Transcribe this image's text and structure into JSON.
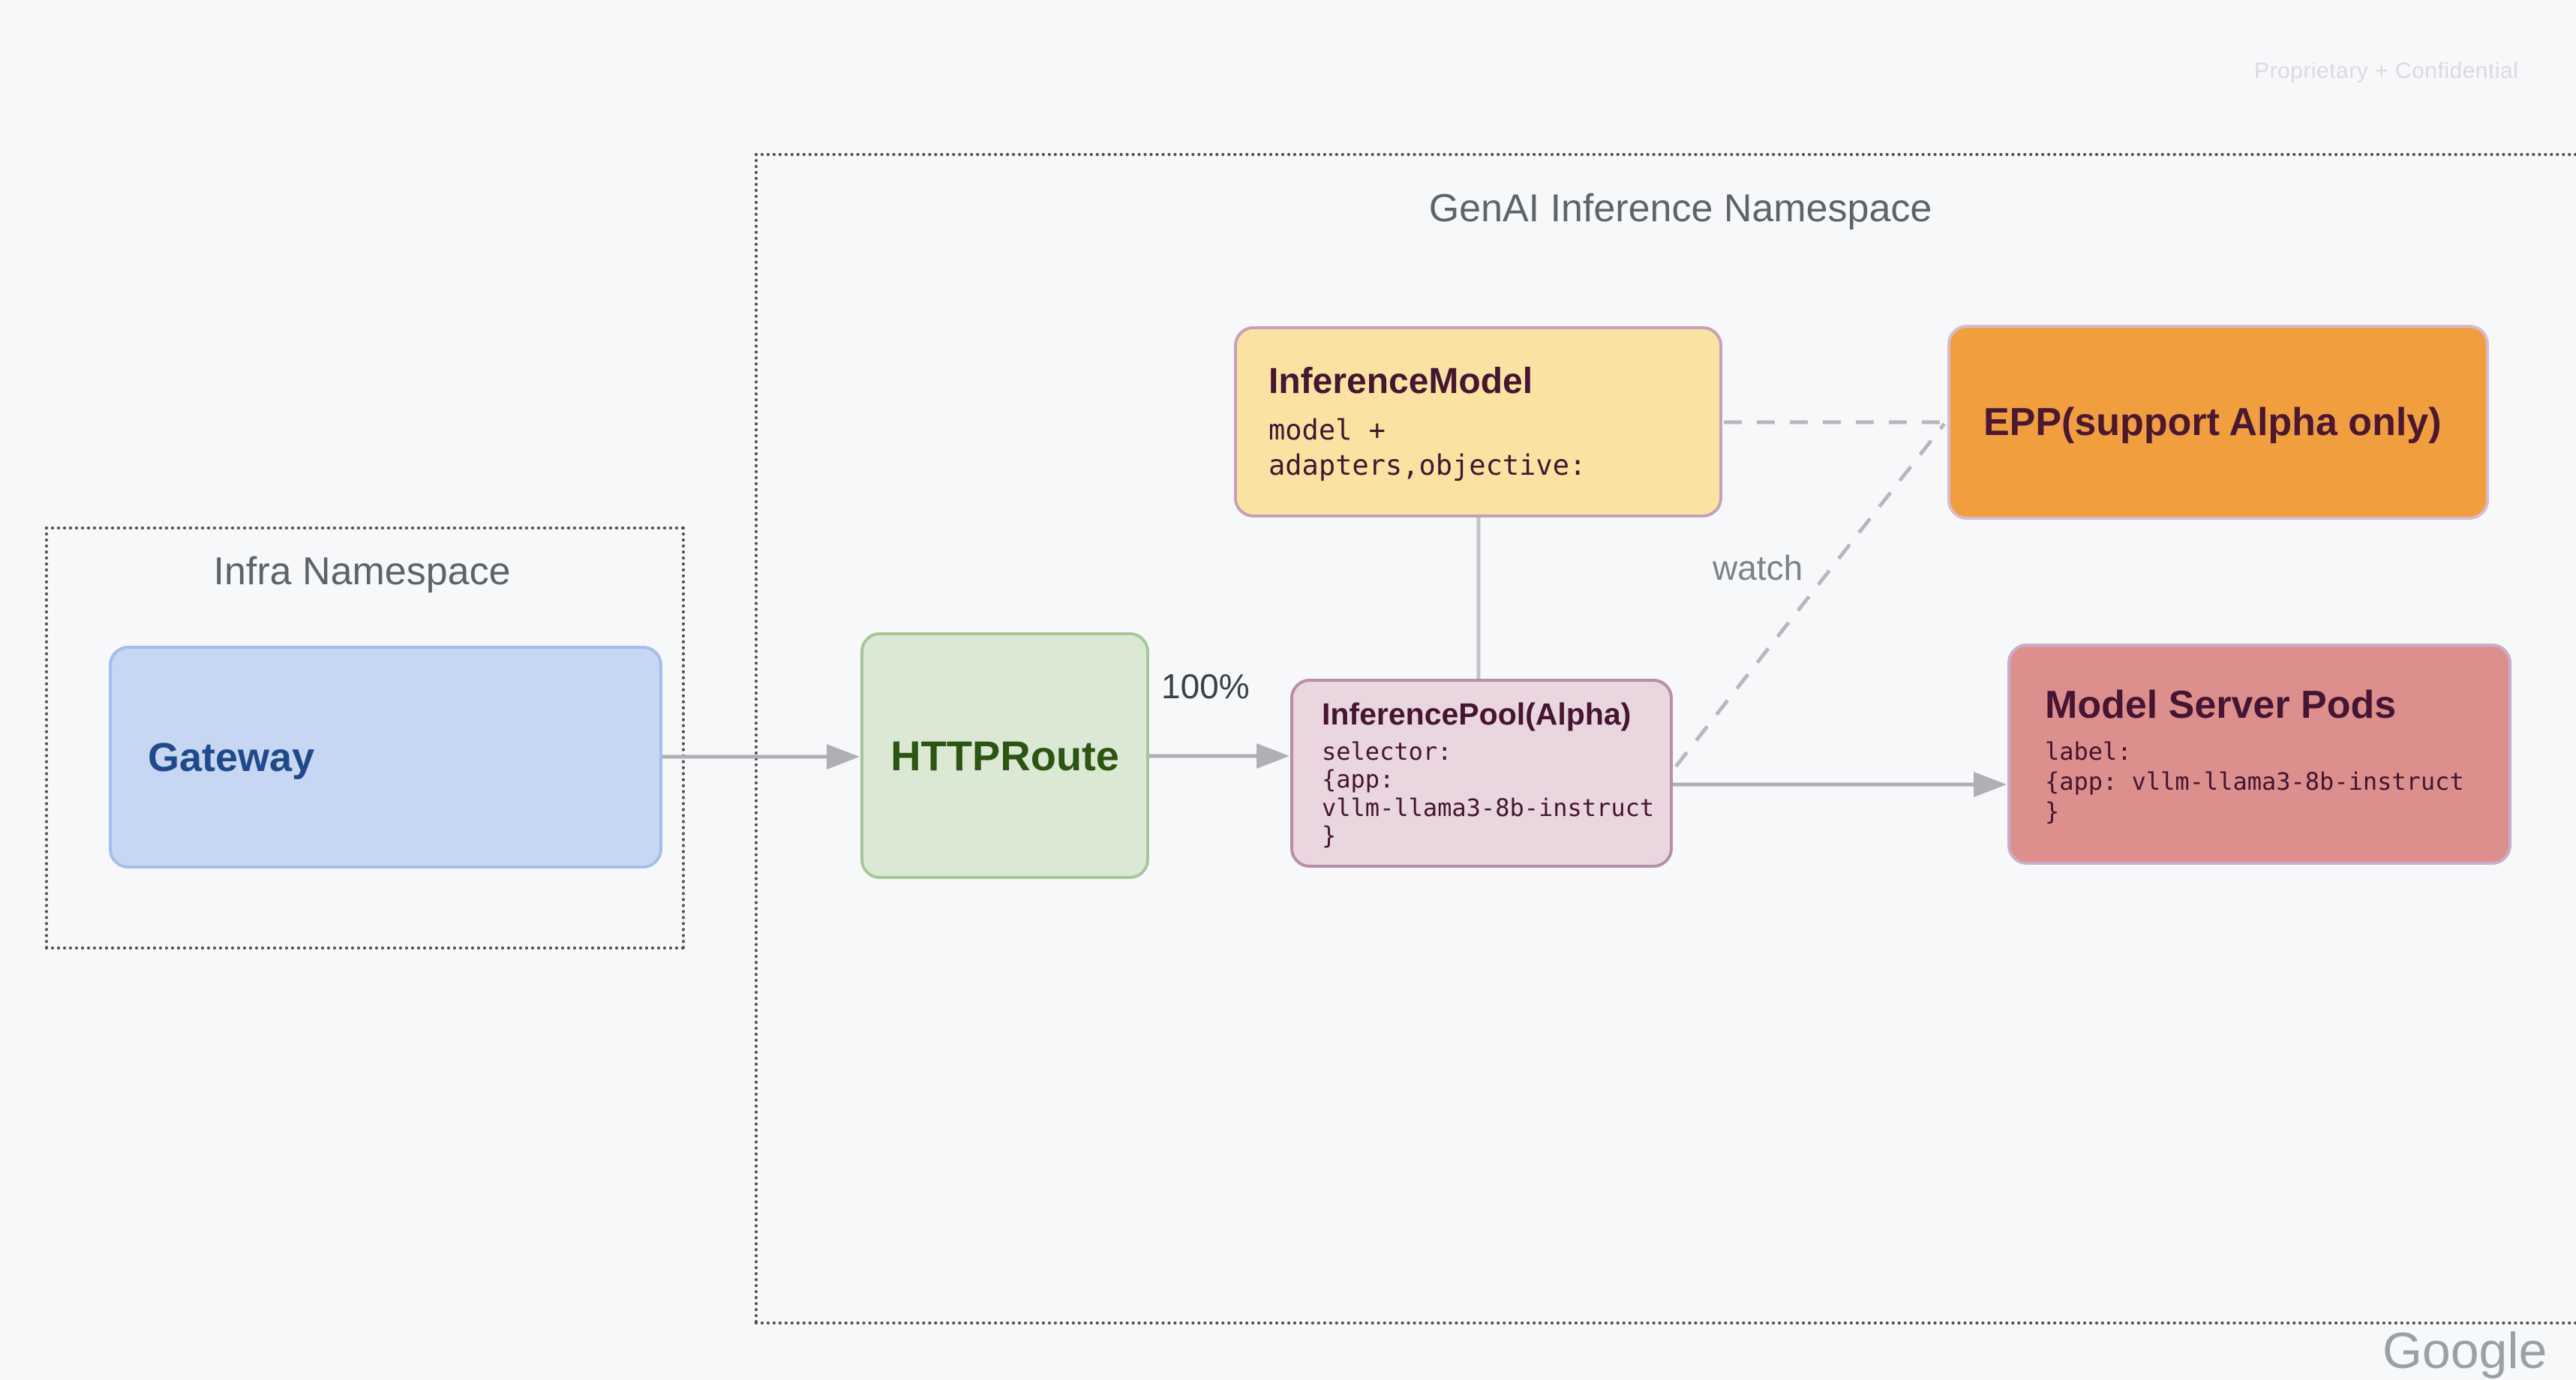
{
  "page": {
    "confidential": "Proprietary + Confidential",
    "watermark": "Google",
    "background": "#F7F8FA"
  },
  "infra_namespace": {
    "title": "Infra Namespace",
    "gateway": {
      "label": "Gateway",
      "fill": "#C7D6F2",
      "border": "#A5BEE9",
      "text_color": "#20498C"
    }
  },
  "genai_namespace": {
    "title": "GenAI Inference Namespace",
    "httproute": {
      "label": "HTTPRoute",
      "fill": "#DBE9D4",
      "border": "#A5C798",
      "text_color": "#2C5513"
    },
    "inference_model": {
      "title": "InferenceModel",
      "body_lines": [
        "model +",
        "adapters,objective:"
      ],
      "fill": "#FAE3A2",
      "border": "#C5A0BA",
      "text_color": "#451531"
    },
    "epp": {
      "label": "EPP(support Alpha only)",
      "fill": "#F09E3E",
      "border": "#D8BBCE",
      "text_color": "#4B1733"
    },
    "inference_pool": {
      "title": "InferencePool(Alpha)",
      "body_lines": [
        "selector:",
        "{app:",
        "vllm-llama3-8b-instruct",
        "}"
      ],
      "fill": "#E9D6DF",
      "border": "#B98DA8",
      "text_color": "#451531"
    },
    "model_server_pods": {
      "title": "Model Server Pods",
      "body_lines": [
        "label:",
        "{app: vllm-llama3-8b-instruct",
        "}"
      ],
      "fill": "#DC8F8D",
      "border": "#C9ADC9",
      "text_color": "#451531"
    }
  },
  "edges": {
    "route_weight_label": "100%",
    "watch_label": "watch",
    "solid_color": "#AFB0B3",
    "dashed_color": "#B7B8BB"
  }
}
